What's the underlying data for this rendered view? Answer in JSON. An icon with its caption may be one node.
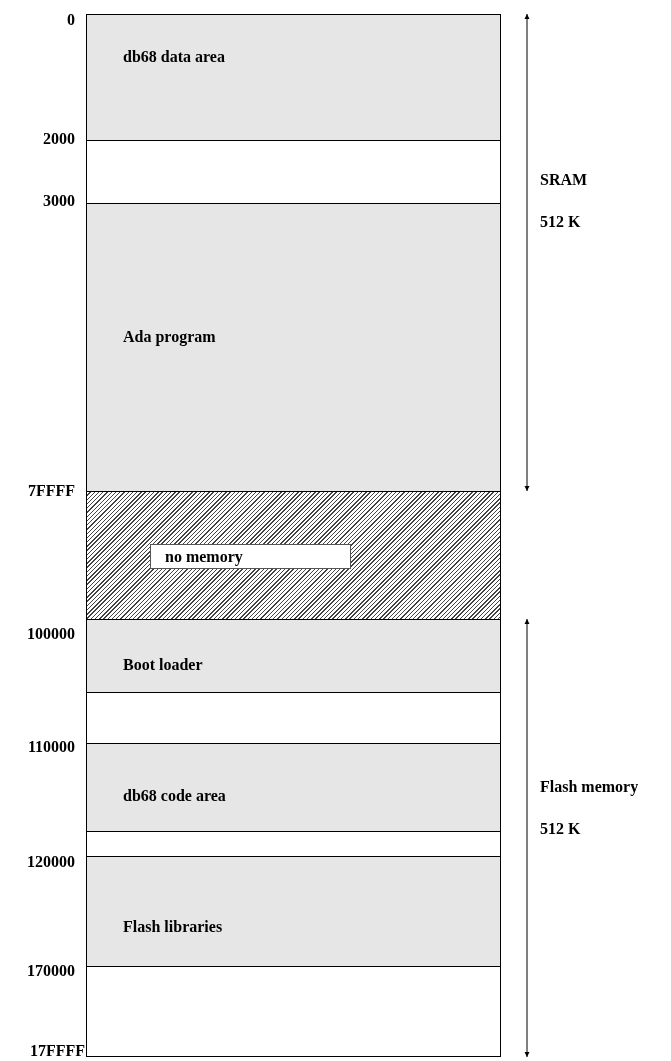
{
  "diagram": {
    "nodes": [
      {
        "text": [
          "db68 data area"
        ]
      },
      {
        "text": [],
        "shape": "box"
      },
      {
        "text": [
          "Ada program"
        ]
      },
      {
        "text": [],
        "shape": "box"
      },
      {
        "text": [
          "no memory"
        ],
        "in": 3
      },
      {
        "text": [
          "Boot loader"
        ]
      },
      {
        "text": [],
        "shape": "box"
      },
      {
        "text": [
          "db68 code area"
        ]
      },
      {
        "text": [],
        "shape": "box"
      },
      {
        "text": [
          "Flash libraries"
        ]
      },
      {
        "text": [],
        "shape": "box"
      }
    ],
    "labels": [
      "0",
      "2000",
      "SRAM",
      "3000",
      "512 K",
      "7FFFF",
      "100000",
      "110000",
      "Flash memory",
      "512 K",
      "120000",
      "170000",
      "17FFFF"
    ]
  }
}
